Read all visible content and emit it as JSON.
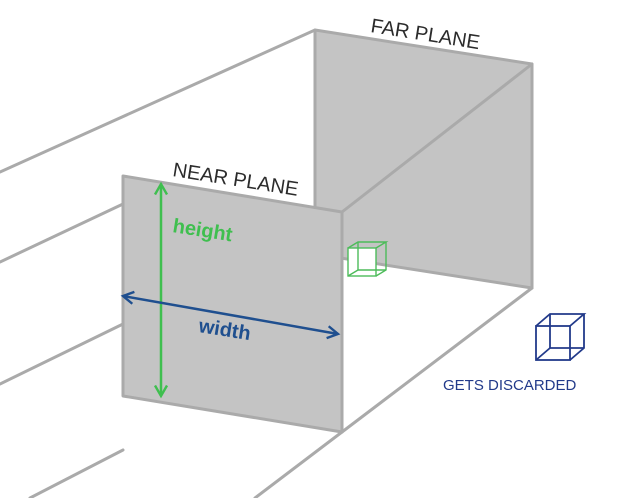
{
  "labels": {
    "far_plane": "FAR PLANE",
    "near_plane": "NEAR PLANE",
    "height": "height",
    "width": "width",
    "gets_discarded": "GETS DISCARDED"
  },
  "colors": {
    "plane_fill": "#c4c4c4",
    "edge": "#aaaaaa",
    "height": "#3fbf4f",
    "width": "#1f4f8f",
    "inside_cube": "#4dbb5a",
    "outside_cube": "#223a8a"
  }
}
